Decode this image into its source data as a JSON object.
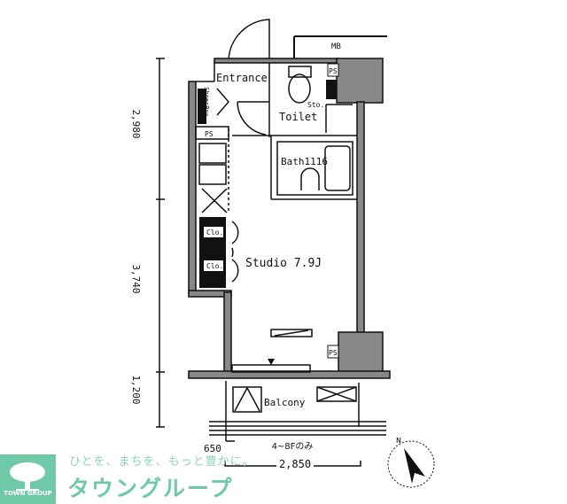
{
  "rooms": {
    "entrance": "Entrance",
    "toilet": "Toilet",
    "storage": "Sto.",
    "bath": "Bath1116",
    "studio": "Studio 7.9J",
    "closet1": "Clo.",
    "closet2": "Clo.",
    "shoes_box": "ShoesBox",
    "balcony": "Balcony",
    "mb": "MB",
    "ps1": "PS",
    "ps2": "PS",
    "ps3": "PS"
  },
  "dimensions": {
    "v1": "2,980",
    "v2": "3,740",
    "v3": "1,200",
    "h1": "650",
    "h2": "2,850"
  },
  "notes": {
    "floors": "4~8Fのみ",
    "north": "N"
  },
  "logo": {
    "en": "TOWN GROUP",
    "tagline": "ひとを、まちを、もっと豊かに。",
    "brand": "タウングループ",
    "color": "#6fc9a6"
  }
}
